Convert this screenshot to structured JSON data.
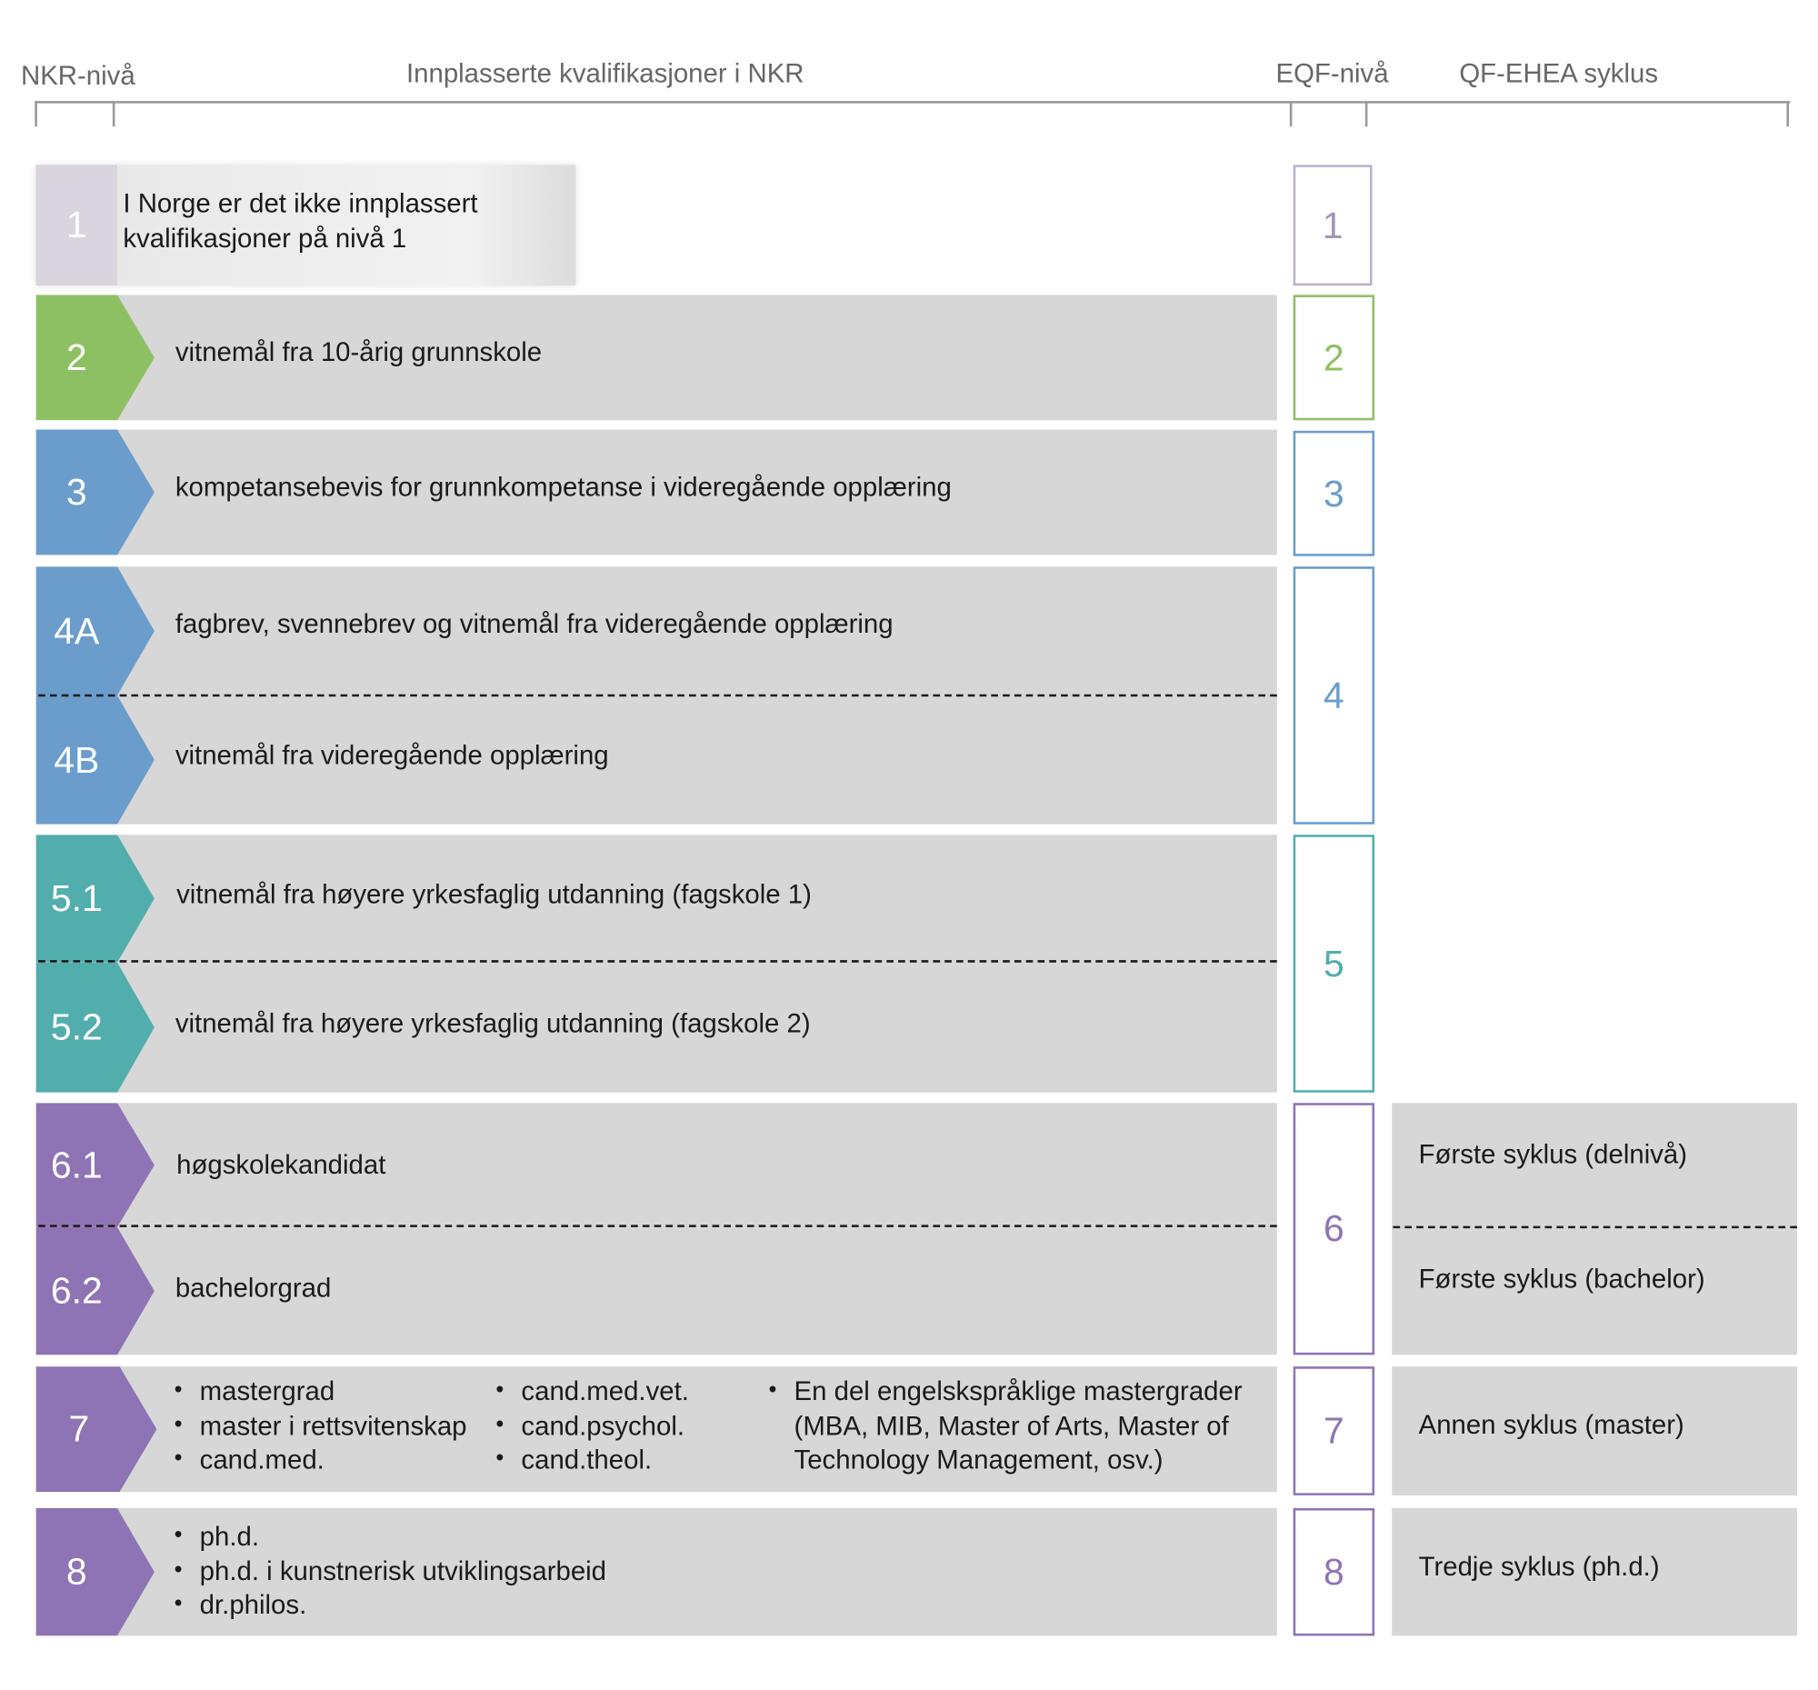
{
  "headers": {
    "nkr": "NKR-nivå",
    "qualifications": "Innplasserte kvalifikasjoner i NKR",
    "eqf": "EQF-nivå",
    "qf_ehea": "QF-EHEA syklus"
  },
  "levels": {
    "l1": {
      "label": "1",
      "text_line1": "I Norge er det ikke innplassert",
      "text_line2": "kvalifikasjoner på nivå 1"
    },
    "l2": {
      "label": "2",
      "text": "vitnemål fra 10-årig grunnskole"
    },
    "l3": {
      "label": "3",
      "text": "kompetansebevis for grunnkompetanse i videregående opplæring"
    },
    "l4a": {
      "label": "4A",
      "text": "fagbrev, svennebrev og vitnemål fra videregående opplæring"
    },
    "l4b": {
      "label": "4B",
      "text": "vitnemål fra videregående opplæring"
    },
    "l51": {
      "label": "5.1",
      "text": "vitnemål fra høyere yrkesfaglig utdanning (fagskole 1)"
    },
    "l52": {
      "label": "5.2",
      "text": "vitnemål fra høyere yrkesfaglig utdanning (fagskole 2)"
    },
    "l61": {
      "label": "6.1",
      "text": "høgskolekandidat"
    },
    "l62": {
      "label": "6.2",
      "text": "bachelorgrad"
    },
    "l7": {
      "label": "7",
      "col1": [
        "mastergrad",
        "master i rettsvitenskap",
        "cand.med."
      ],
      "col2": [
        "cand.med.vet.",
        "cand.psychol.",
        "cand.theol."
      ],
      "col3_line1": "En del engelskspråklige mastergrader",
      "col3_line2": "(MBA, MIB, Master of Arts, Master of",
      "col3_line3": "Technology Management, osv.)"
    },
    "l8": {
      "label": "8",
      "items": [
        "ph.d.",
        "ph.d. i kunstnerisk utviklingsarbeid",
        "dr.philos."
      ]
    }
  },
  "eqf": {
    "e1": "1",
    "e2": "2",
    "e3": "3",
    "e4": "4",
    "e5": "5",
    "e6": "6",
    "e7": "7",
    "e8": "8"
  },
  "cycles": {
    "c61": "Første syklus (delnivå)",
    "c62": "Første syklus (bachelor)",
    "c7": "Annen syklus (master)",
    "c8": "Tredje syklus (ph.d.)"
  },
  "colors": {
    "level1": "#d9d4de",
    "level2": "#8dc063",
    "level3_4": "#6a9dcb",
    "level5": "#52aead",
    "level6_8": "#8e74b4",
    "band": "#d7d7d7"
  }
}
